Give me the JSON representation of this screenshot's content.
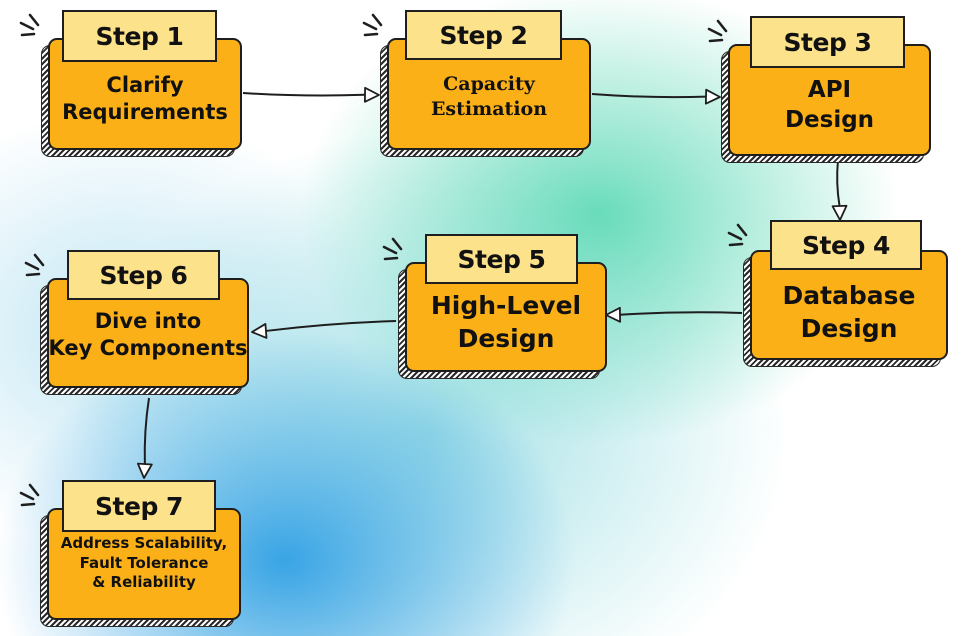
{
  "steps": [
    {
      "tab": "Step 1",
      "lines": [
        "Clarify",
        "Requirements"
      ]
    },
    {
      "tab": "Step 2",
      "lines": [
        "Capacity",
        "Estimation"
      ]
    },
    {
      "tab": "Step 3",
      "lines": [
        "API",
        "Design"
      ]
    },
    {
      "tab": "Step 4",
      "lines": [
        "Database",
        "Design"
      ]
    },
    {
      "tab": "Step 5",
      "lines": [
        "High-Level",
        "Design"
      ]
    },
    {
      "tab": "Step 6",
      "lines": [
        "Dive into",
        "Key Components"
      ]
    },
    {
      "tab": "Step 7",
      "lines": [
        "Address Scalability,",
        "Fault Tolerance",
        "& Reliability"
      ]
    }
  ],
  "flow": [
    [
      0,
      1
    ],
    [
      1,
      2
    ],
    [
      2,
      3
    ],
    [
      3,
      4
    ],
    [
      4,
      5
    ],
    [
      5,
      6
    ]
  ],
  "colors": {
    "box": "#fbb017",
    "tab": "#fce28a",
    "outline": "#1e1e1e",
    "teal_glow": "#50d6b0",
    "blue_glow": "#30a0e4"
  }
}
